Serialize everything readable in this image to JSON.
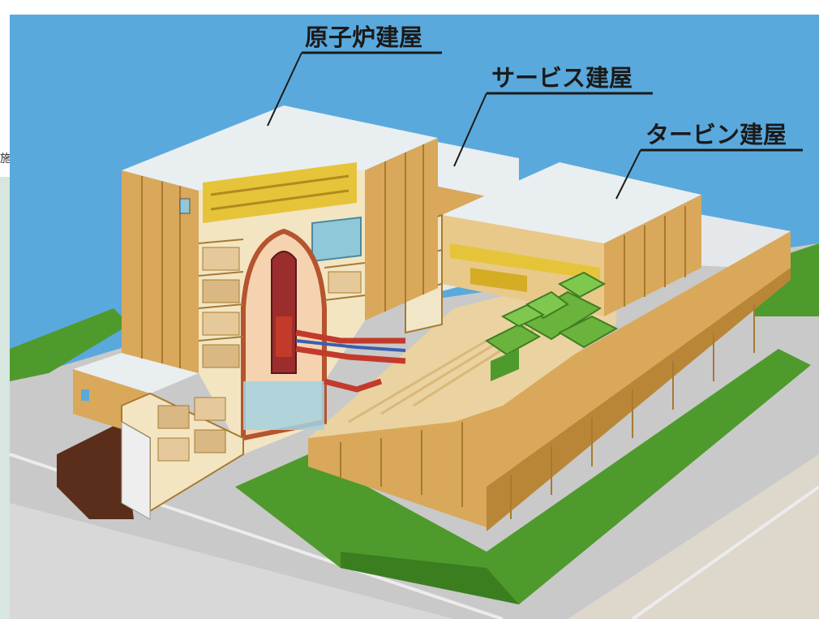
{
  "labels": {
    "reactor_building": "原子炉建屋",
    "service_building": "サービス建屋",
    "turbine_building": "タービン建屋"
  },
  "edge_fragment": "施",
  "colors": {
    "sky": "#5aa9dd",
    "wall_tan": "#d9a85a",
    "wall_tan_dark": "#b98638",
    "roof": "#e9eef0",
    "ground": "#cfcfcf",
    "grass": "#4f9a2c",
    "machinery_green": "#6ab33d",
    "pipe_red": "#c43a2a",
    "crane_yellow": "#e6c43a",
    "pool_blue": "#8fc8d8"
  }
}
